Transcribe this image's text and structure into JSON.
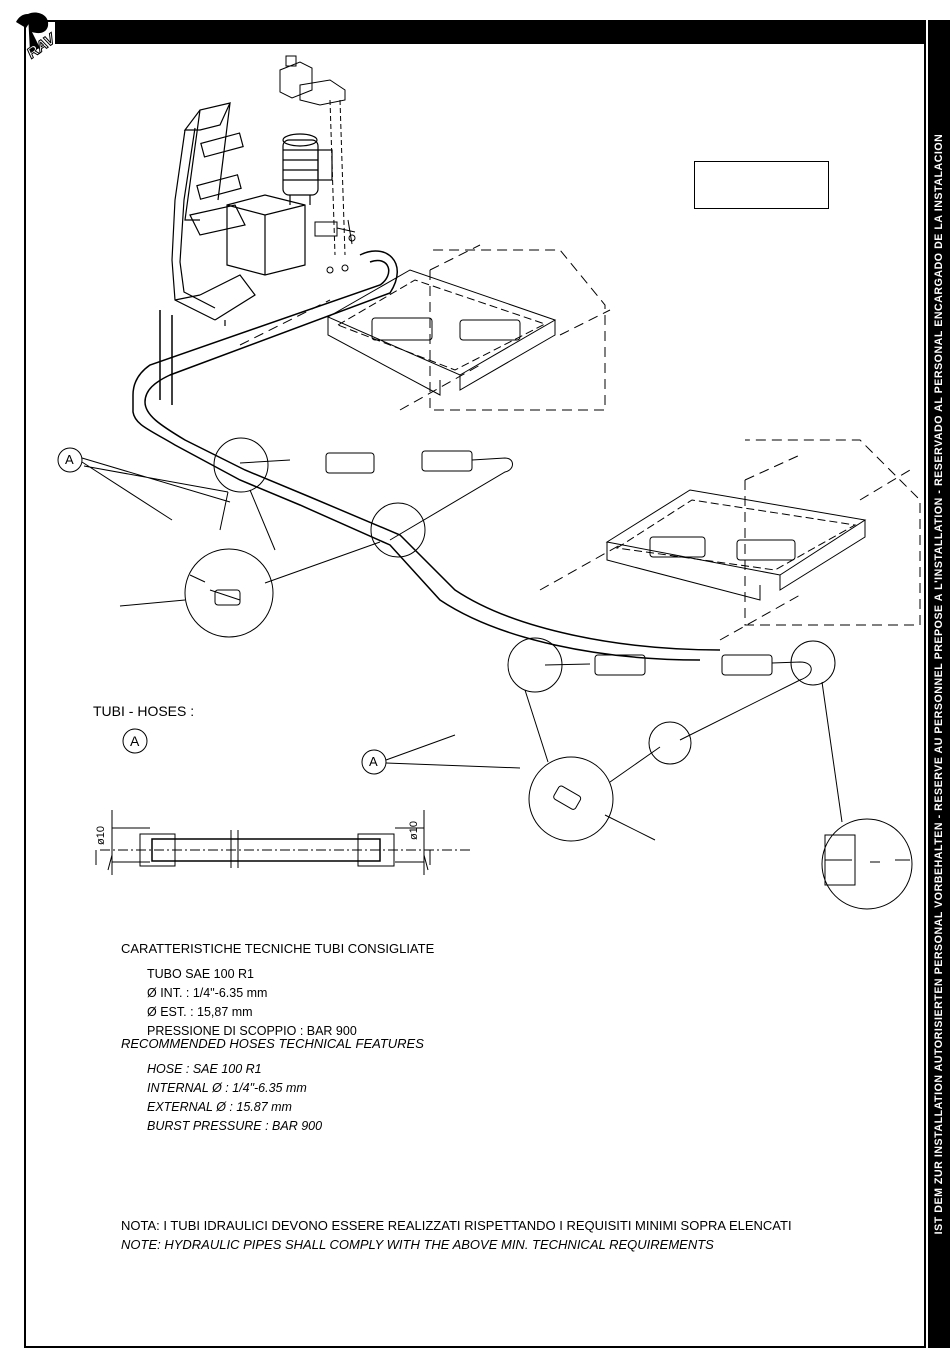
{
  "sidebar_text": "IST DEM ZUR INSTALLATION AUTORISIERTEN PERSONAL VORBEHALTEN - RESERVE AU PERSONNEL PREPOSE A L'INSTALLATION - RESERVADO AL PERSONAL ENCARGADO DE LA INSTALACION",
  "logo_text": "RAV",
  "callout_label": "A",
  "hoses_title": "TUBI - HOSES :",
  "dimension_label": "ø10",
  "italian_specs": {
    "title": "CARATTERISTICHE TECNICHE TUBI CONSIGLIATE",
    "lines": [
      "TUBO SAE 100 R1",
      "Ø INT. : 1/4\"-6.35 mm",
      "Ø EST. : 15,87 mm",
      "PRESSIONE DI SCOPPIO : BAR 900"
    ]
  },
  "english_specs": {
    "title": "RECOMMENDED HOSES TECHNICAL FEATURES",
    "lines": [
      "HOSE : SAE 100 R1",
      "INTERNAL Ø : 1/4\"-6.35 mm",
      "EXTERNAL Ø : 15.87 mm",
      "BURST PRESSURE : BAR 900"
    ]
  },
  "note_it": "NOTA: I TUBI IDRAULICI DEVONO ESSERE REALIZZATI RISPETTANDO I REQUISITI MINIMI SOPRA ELENCATI",
  "note_en": "NOTE: HYDRAULIC PIPES SHALL COMPLY WITH THE ABOVE MIN. TECHNICAL REQUIREMENTS"
}
